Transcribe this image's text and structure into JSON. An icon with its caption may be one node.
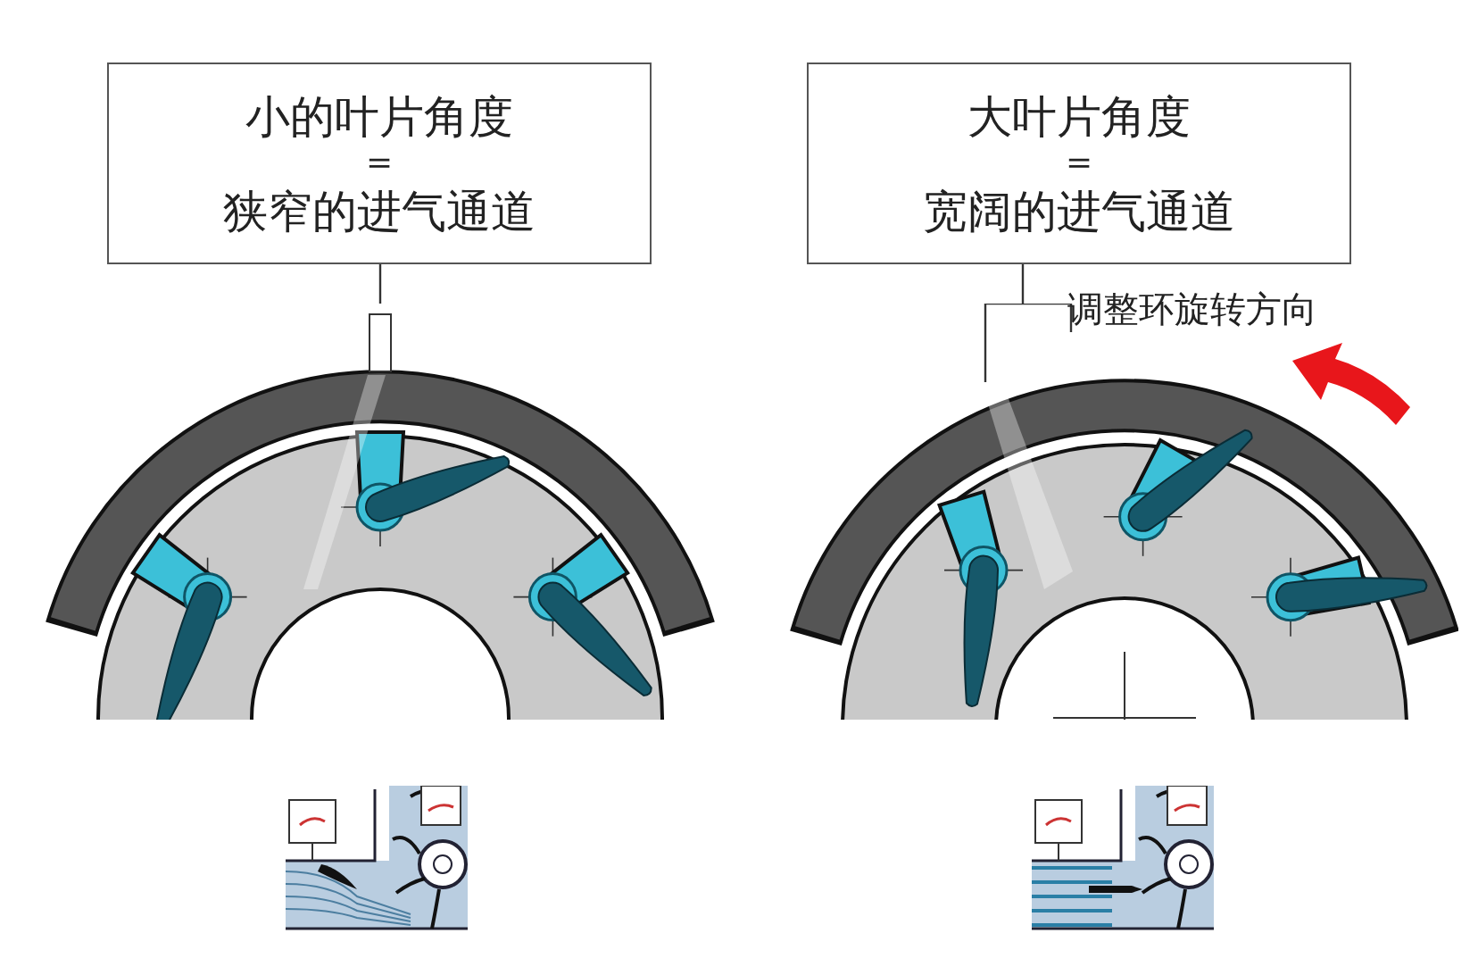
{
  "diagram": {
    "nodes": [
      {
        "text": [
          "小的叶片角度",
          "=",
          "狭窄的进气通道"
        ]
      },
      {
        "text": [
          "大叶片角度",
          "=",
          "宽阔的进气通道"
        ]
      },
      {
        "text": [],
        "shape": "picture"
      },
      {
        "text": [],
        "shape": "picture"
      }
    ],
    "edges": [
      {
        "from": 0,
        "to": 2,
        "arrow": "none"
      },
      {
        "from": 1,
        "to": 3,
        "arrow": "none"
      }
    ],
    "labels": [
      "调整环旋转方向"
    ]
  }
}
